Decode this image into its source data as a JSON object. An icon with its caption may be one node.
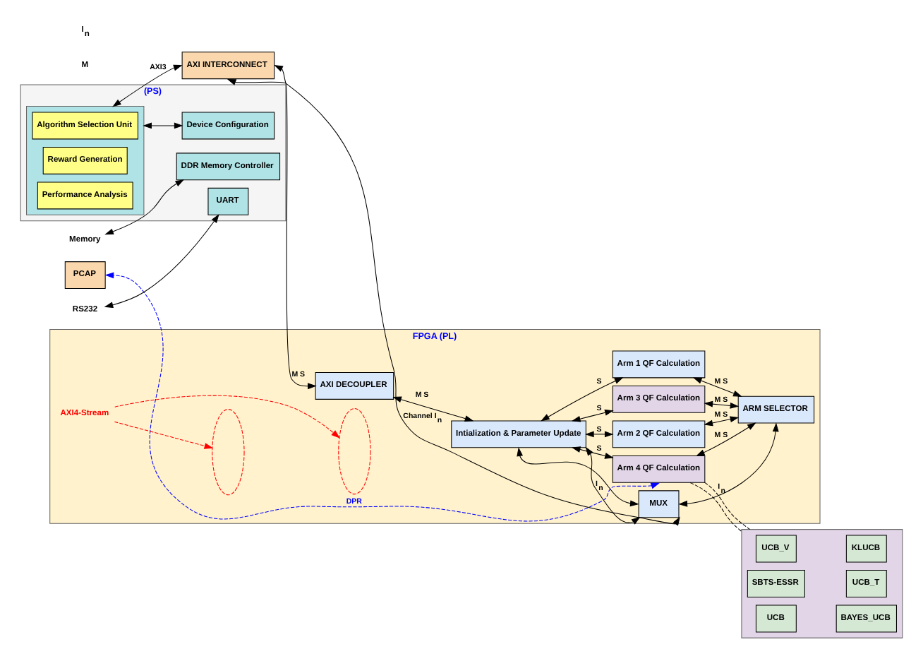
{
  "diagram": {
    "nodes": [
      {
        "text": [
          "(PS)"
        ]
      },
      {
        "text": [
          "FPGA (PL)"
        ]
      },
      {
        "text": [
          "DDR Memory Controller"
        ],
        "in": 0
      },
      {
        "text": [
          "UART"
        ],
        "in": 0
      },
      {
        "text": [],
        "shape": "box",
        "in": 0
      },
      {
        "text": [
          "Algorithm Selection Unit"
        ],
        "in": 4
      },
      {
        "text": [
          "Reward Generation"
        ],
        "in": 4
      },
      {
        "text": [
          "Performance Analysis"
        ],
        "in": 4
      },
      {
        "text": [
          "Device Configuration"
        ],
        "in": 0
      },
      {
        "text": [
          "PCAP"
        ]
      },
      {
        "text": [
          "AXI INTERCONNECT"
        ]
      },
      {
        "text": [
          "AXI DECOUPLER"
        ],
        "in": 1
      },
      {
        "text": [
          "Intialization & Parameter Update"
        ],
        "in": 1
      },
      {
        "text": [
          "MUX"
        ],
        "in": 1
      },
      {
        "text": [
          "Arm 1 QF Calculation"
        ],
        "in": 1
      },
      {
        "text": [
          "Arm 2 QF Calculation"
        ],
        "in": 1
      },
      {
        "text": [
          "Arm 3 QF Calculation"
        ],
        "in": 1
      },
      {
        "text": [
          "Arm 4 QF Calculation"
        ],
        "in": 1
      },
      {
        "text": [
          "ARM SELECTOR"
        ],
        "in": 1
      },
      {
        "text": [
          "Memory"
        ]
      },
      {
        "text": [
          "RS232"
        ]
      },
      {
        "text": [],
        "shape": "box"
      },
      {
        "text": [
          "UCB_V"
        ],
        "in": 21
      },
      {
        "text": [
          "KLUCB"
        ],
        "in": 21
      },
      {
        "text": [
          "SBTS-ESSR"
        ],
        "in": 21
      },
      {
        "text": [
          "UCB_T"
        ],
        "in": 21
      },
      {
        "text": [
          "UCB"
        ],
        "in": 21
      },
      {
        "text": [
          "BAYES_UCB"
        ],
        "in": 21
      },
      {
        "text": [
          "AXI4-Stream"
        ],
        "in": 1
      },
      {
        "text": [],
        "shape": "ellipse",
        "in": 1
      },
      {
        "text": [],
        "shape": "ellipse",
        "in": 1
      }
    ],
    "edges": [
      {
        "from": 19,
        "to": 2,
        "arrow": "both"
      },
      {
        "from": 20,
        "to": 3,
        "arrow": "both"
      },
      {
        "from": 4,
        "to": 10,
        "arrow": "both",
        "label": "AXI3"
      },
      {
        "from": 4,
        "to": 8,
        "arrow": "both"
      },
      {
        "from": 10,
        "to": 11,
        "arrow": "both",
        "label": "M S"
      },
      {
        "from": 11,
        "to": 12,
        "arrow": "both",
        "label": "M S"
      },
      {
        "from": 12,
        "to": 14,
        "arrow": "both",
        "label": "S"
      },
      {
        "from": 12,
        "to": 15,
        "arrow": "both",
        "label": "S"
      },
      {
        "from": 12,
        "to": 16,
        "arrow": "both",
        "label": "S"
      },
      {
        "from": 12,
        "to": 17,
        "arrow": "both",
        "label": "S"
      },
      {
        "from": 14,
        "to": 18,
        "arrow": "both",
        "label": "M S"
      },
      {
        "from": 15,
        "to": 18,
        "arrow": "both",
        "label": "M S"
      },
      {
        "from": 16,
        "to": 18,
        "arrow": "both",
        "label": "M S"
      },
      {
        "from": 17,
        "to": 18,
        "arrow": "both",
        "label": "M S"
      },
      {
        "from": 12,
        "to": 13,
        "arrow": "both"
      },
      {
        "from": 12,
        "to": 13,
        "arrow": "both",
        "label": "I$_{n}$"
      },
      {
        "from": 13,
        "to": 10,
        "arrow": "both",
        "label": "Channel I$_{n}$"
      },
      {
        "from": 18,
        "to": 13,
        "arrow": "both",
        "label": "I$_{n}$"
      },
      {
        "from": 17,
        "to": 9,
        "arrow": "both",
        "label": "DPR",
        "style": "dashed",
        "color": "#0000ff"
      },
      {
        "from": 17,
        "to": 21,
        "arrow": "none",
        "style": "dashed"
      },
      {
        "from": 17,
        "to": 21,
        "arrow": "none",
        "style": "dashed"
      },
      {
        "from": 28,
        "to": 29,
        "arrow": "to",
        "style": "dashed",
        "color": "#ff0000"
      },
      {
        "from": 28,
        "to": 30,
        "arrow": "to",
        "style": "dashed",
        "color": "#ff0000"
      }
    ],
    "labels": [
      "M",
      "I$_{n}$"
    ]
  }
}
